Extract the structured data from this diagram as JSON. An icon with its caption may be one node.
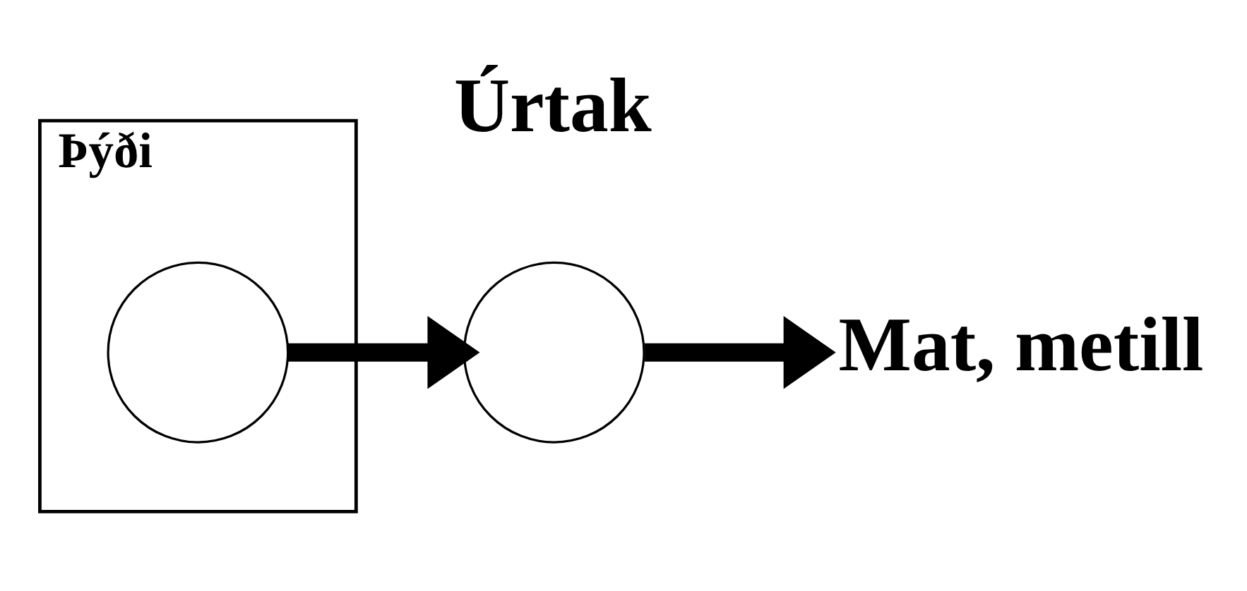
{
  "diagram": {
    "nodes": [
      {
        "text": [
          "Þýði"
        ]
      },
      {
        "text": [],
        "shape": "circle",
        "in": 0
      },
      {
        "text": [],
        "shape": "circle",
        "beside": [
          "Úrtak"
        ]
      },
      {
        "text": [
          "Mat, metill"
        ]
      }
    ],
    "edges": [
      {
        "from": 1,
        "to": 2,
        "arrow": "to"
      },
      {
        "from": 2,
        "to": 3,
        "arrow": "to"
      }
    ]
  }
}
